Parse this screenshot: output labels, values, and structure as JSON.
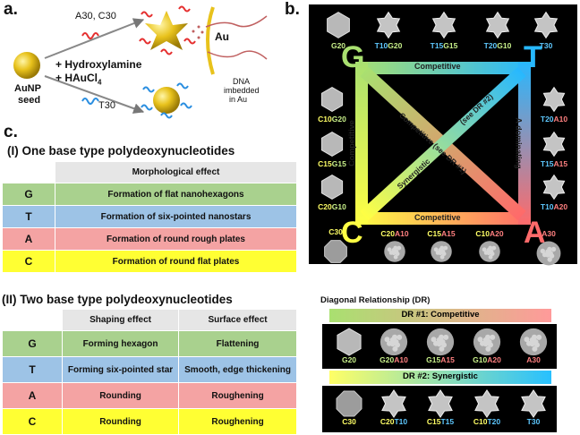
{
  "panel_a": {
    "letter": "a.",
    "seed_label_1": "AuNP",
    "seed_label_2": "seed",
    "top_strands": "A30, C30",
    "bottom_strands": "T30",
    "reagent_1": "+ Hydroxylamine",
    "reagent_2": "+ HAuCl",
    "reagent_2_sub": "4",
    "au_label": "Au",
    "dna_label_1": "DNA",
    "dna_label_2": "imbedded",
    "dna_label_3": "in Au"
  },
  "panel_b": {
    "letter": "b.",
    "corners": {
      "g": "G",
      "t": "T",
      "c": "C",
      "a": "A"
    },
    "edges": {
      "top": "Competitive",
      "bottom": "Competitive",
      "left": "Competitive",
      "right": "A dominating",
      "diag_1": "Competitive (see DR #1)",
      "diag_2": "Synergistic",
      "diag_2b": "(see DR #2)"
    },
    "top_row": [
      {
        "pre": "",
        "pre_color": "",
        "post": "G20",
        "post_color": "#c8f08a"
      },
      {
        "pre": "T10",
        "pre_color": "#5ec8ff",
        "post": "G20",
        "post_color": "#c8f08a"
      },
      {
        "pre": "T15",
        "pre_color": "#5ec8ff",
        "post": "G15",
        "post_color": "#c8f08a"
      },
      {
        "pre": "T20",
        "pre_color": "#5ec8ff",
        "post": "G10",
        "post_color": "#c8f08a"
      },
      {
        "pre": "",
        "pre_color": "",
        "post": "T30",
        "post_color": "#5ec8ff"
      }
    ],
    "left_col": [
      {
        "pre": "C10",
        "post": "G20"
      },
      {
        "pre": "C15",
        "post": "G15"
      },
      {
        "pre": "C20",
        "post": "G10"
      }
    ],
    "right_col": [
      {
        "pre": "T20",
        "post": "A10"
      },
      {
        "pre": "T15",
        "post": "A15"
      },
      {
        "pre": "T10",
        "post": "A20"
      }
    ],
    "bottom_row": [
      {
        "pre": "",
        "post": "C30"
      },
      {
        "pre": "C20",
        "post": "A10"
      },
      {
        "pre": "C15",
        "post": "A15"
      },
      {
        "pre": "C10",
        "post": "A20"
      },
      {
        "pre": "",
        "post": "A30"
      }
    ]
  },
  "panel_c": {
    "letter": "c.",
    "table1_title": "(I) One base type polydeoxynucleotides",
    "table1_header": "Morphological effect",
    "table1_rows": [
      {
        "base": "G",
        "effect": "Formation of flat nanohexagons"
      },
      {
        "base": "T",
        "effect": "Formation of  six-pointed nanostars"
      },
      {
        "base": "A",
        "effect": "Formation of round rough plates"
      },
      {
        "base": "C",
        "effect": "Formation of round flat plates"
      }
    ],
    "table2_title": "(II) Two base type polydeoxynucleotides",
    "table2_header_1": "Shaping effect",
    "table2_header_2": "Surface effect",
    "table2_rows": [
      {
        "base": "G",
        "shaping": "Forming  hexagon",
        "surface": "Flattening"
      },
      {
        "base": "T",
        "shaping": "Forming six-pointed star",
        "surface": "Smooth, edge thickening"
      },
      {
        "base": "A",
        "shaping": "Rounding",
        "surface": "Roughening"
      },
      {
        "base": "C",
        "shaping": "Rounding",
        "surface": "Roughening"
      }
    ]
  },
  "panel_dr": {
    "title": "Diagonal Relationship (DR)",
    "dr1_label": "DR #1: Competitive",
    "dr2_label": "DR #2: Synergistic",
    "dr1_items": [
      {
        "pre": "",
        "post": "G20"
      },
      {
        "pre": "G20",
        "post": "A10"
      },
      {
        "pre": "G15",
        "post": "A15"
      },
      {
        "pre": "G10",
        "post": "A20"
      },
      {
        "pre": "",
        "post": "A30"
      }
    ],
    "dr2_items": [
      {
        "pre": "",
        "post": "C30"
      },
      {
        "pre": "C20",
        "post": "T10"
      },
      {
        "pre": "C15",
        "post": "T15"
      },
      {
        "pre": "C10",
        "post": "T20"
      },
      {
        "pre": "",
        "post": "T30"
      }
    ]
  },
  "colors": {
    "g": "#a9d18e",
    "t": "#9dc3e6",
    "a": "#f4a3a3",
    "c": "#ffff33",
    "g_label": "#c8f08a",
    "t_label": "#5ec8ff",
    "a_label": "#ff8080",
    "c_label": "#ffff66"
  }
}
